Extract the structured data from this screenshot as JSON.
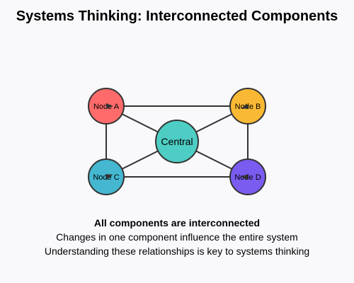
{
  "title": "Systems Thinking: Interconnected Components",
  "nodes": {
    "central": {
      "label": "Central",
      "color": "#4ecdc4"
    },
    "a": {
      "label": "Node A",
      "color": "#ff6b6b"
    },
    "b": {
      "label": "Node B",
      "color": "#f9b934"
    },
    "c": {
      "label": "Node C",
      "color": "#45b7d1"
    },
    "d": {
      "label": "Node D",
      "color": "#7b5cf0"
    }
  },
  "edges": [
    [
      "a",
      "b"
    ],
    [
      "a",
      "c"
    ],
    [
      "b",
      "d"
    ],
    [
      "c",
      "d"
    ],
    [
      "a",
      "d"
    ],
    [
      "b",
      "c"
    ]
  ],
  "footer": {
    "heading": "All components are interconnected",
    "line1": "Changes in one component influence the entire system",
    "line2": "Understanding these relationships is key to systems thinking"
  }
}
